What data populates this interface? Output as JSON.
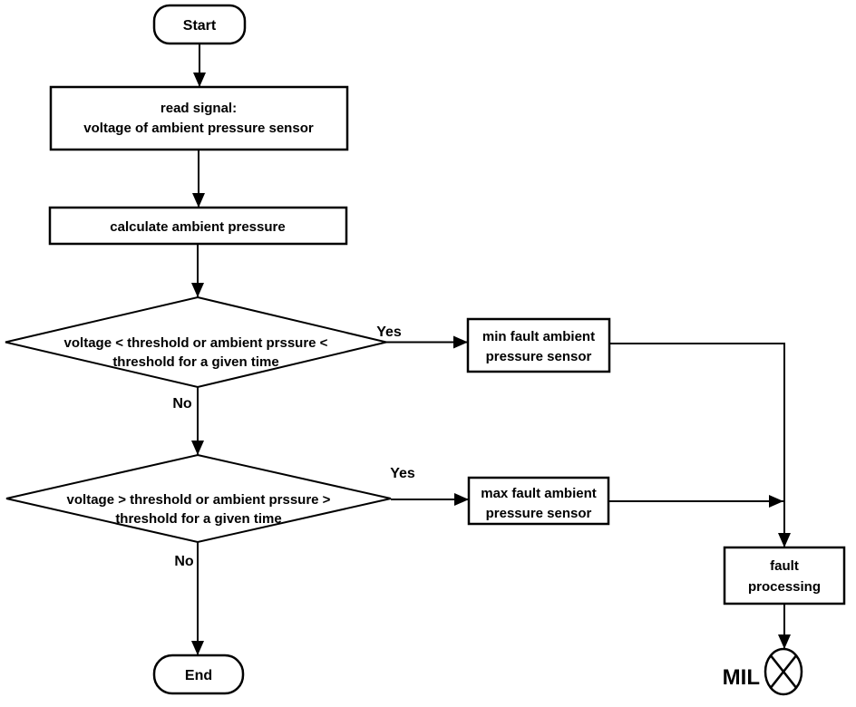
{
  "diagram": {
    "background": "#ffffff",
    "line_color": "#000000",
    "text_color": "#000000",
    "nodes": {
      "start": {
        "type": "terminator",
        "label": "Start"
      },
      "read_signal": {
        "type": "process",
        "line1": "read signal:",
        "line2": "voltage of ambient pressure sensor"
      },
      "calculate": {
        "type": "process",
        "label": "calculate ambient pressure"
      },
      "decision_low": {
        "type": "decision",
        "line1": "voltage < threshold or ambient prssure <",
        "line2": "threshold for a given time"
      },
      "min_fault": {
        "type": "process",
        "line1": "min fault ambient",
        "line2": "pressure sensor"
      },
      "decision_high": {
        "type": "decision",
        "line1": "voltage > threshold or ambient prssure >",
        "line2": "threshold for a given time"
      },
      "max_fault": {
        "type": "process",
        "line1": "max fault ambient",
        "line2": "pressure sensor"
      },
      "fault_processing": {
        "type": "process",
        "line1": "fault",
        "line2": "processing"
      },
      "end": {
        "type": "terminator",
        "label": "End"
      },
      "mil_lamp": {
        "type": "indicator-lamp",
        "label": "MIL"
      }
    },
    "edge_labels": {
      "decision_low_yes": "Yes",
      "decision_low_no": "No",
      "decision_high_yes": "Yes",
      "decision_high_no": "No"
    }
  }
}
